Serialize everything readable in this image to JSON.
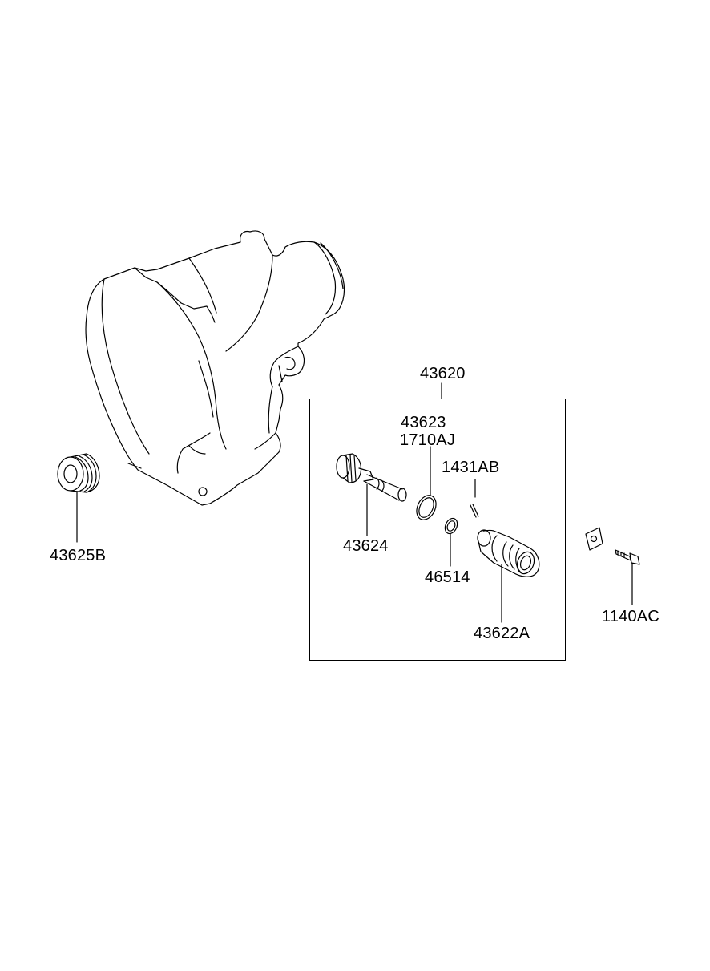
{
  "diagram": {
    "line_color": "#000000",
    "background_color": "#ffffff",
    "assembly": {
      "label": "43620"
    },
    "parts": [
      {
        "id": "p43623",
        "label": "43623"
      },
      {
        "id": "p1710AJ",
        "label": "1710AJ"
      },
      {
        "id": "p1431AB",
        "label": "1431AB"
      },
      {
        "id": "p43624",
        "label": "43624"
      },
      {
        "id": "p46514",
        "label": "46514"
      },
      {
        "id": "p43622A",
        "label": "43622A"
      },
      {
        "id": "p43625B",
        "label": "43625B"
      },
      {
        "id": "p1140AC",
        "label": "1140AC"
      }
    ]
  }
}
